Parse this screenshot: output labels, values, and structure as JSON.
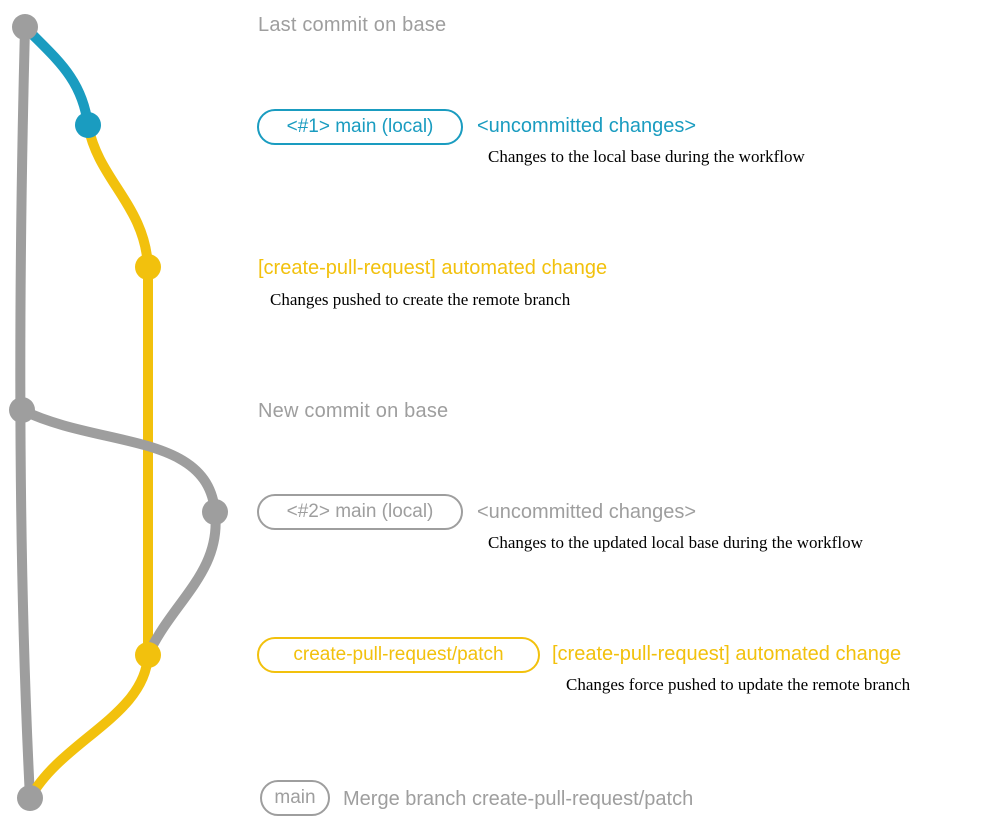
{
  "colors": {
    "gray": "#9e9e9e",
    "teal": "#1a9cc0",
    "yellow": "#f2c10d",
    "text_black": "#000000"
  },
  "sections": {
    "top": {
      "title": "Last commit on base"
    },
    "branch1": {
      "pill": "<#1> main (local)",
      "status": "<uncommitted changes>",
      "description": "Changes to the local base during the workflow"
    },
    "push1": {
      "title": "[create-pull-request] automated change",
      "description": "Changes pushed to create the remote branch"
    },
    "newbase": {
      "title": "New commit on base"
    },
    "branch2": {
      "pill": "<#2> main (local)",
      "status": "<uncommitted changes>",
      "description": "Changes to the updated local base during the workflow"
    },
    "push2": {
      "pill": "create-pull-request/patch",
      "title": "[create-pull-request] automated change",
      "description": "Changes force pushed to update the remote branch"
    },
    "merge": {
      "pill": "main",
      "title": "Merge branch create-pull-request/patch"
    }
  }
}
